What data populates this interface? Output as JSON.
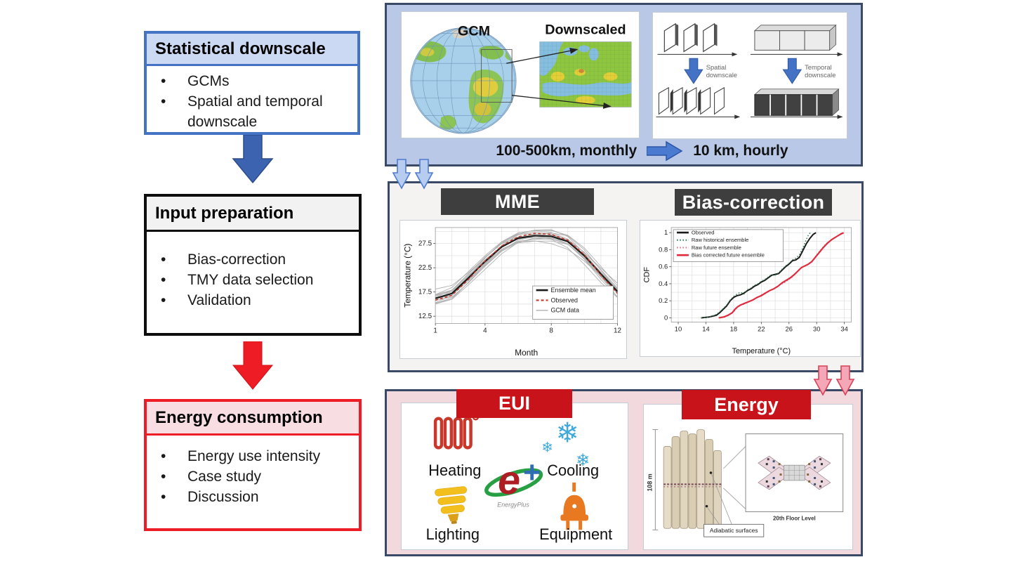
{
  "colors": {
    "panel_border": "#3a4a66",
    "top_panel_bg": "#b9c8e6",
    "mid_panel_bg": "#f4f3f1",
    "bottom_panel_bg": "#f2d9de",
    "blue_accent": "#4472c4",
    "blue_arrow": "#3c63b0",
    "red_arrow": "#ee1c24",
    "dark_header_bg": "#3e3e3e",
    "red_header_bg": "#c9131b",
    "pink_arrow_fill": "#f4a8b7",
    "pink_arrow_stroke": "#d94056",
    "blue_small_arrow_fill": "#b6cdf0",
    "blue_small_arrow_stroke": "#4f7ad1"
  },
  "left_flow": {
    "boxes": [
      {
        "title": "Statistical downscale",
        "bullets": [
          "GCMs",
          "Spatial and temporal downscale"
        ]
      },
      {
        "title": "Input preparation",
        "bullets": [
          "Bias-correction",
          "TMY data selection",
          "Validation"
        ]
      },
      {
        "title": "Energy consumption",
        "bullets": [
          "Energy use intensity",
          "Case study",
          "Discussion"
        ]
      }
    ]
  },
  "downscale_panel": {
    "gcm_label": "GCM",
    "downscaled_label": "Downscaled",
    "spatial_label_line1": "Spatial",
    "spatial_label_line2": "downscale",
    "temporal_label_line1": "Temporal",
    "temporal_label_line2": "downscale",
    "caption_left": "100-500km, monthly",
    "caption_right": "10 km, hourly"
  },
  "mme_panel": {
    "mme_title": "MME",
    "bias_title": "Bias-correction"
  },
  "energy_panel": {
    "eui_title": "EUI",
    "energy_title": "Energy",
    "icons": [
      {
        "name": "heating",
        "label": "Heating"
      },
      {
        "name": "cooling",
        "label": "Cooling",
        "glyph": "❄"
      },
      {
        "name": "lighting",
        "label": "Lighting"
      },
      {
        "name": "equipment",
        "label": "Equipment"
      }
    ],
    "logo_e": "e",
    "logo_plus": "+",
    "energyplus_label": "EnergyPlus",
    "building": {
      "height_label": "108 m",
      "floor_label": "20th Floor Level",
      "adiabatic_label": "Adiabatic surfaces"
    }
  },
  "chart_data": [
    {
      "type": "line",
      "title": "MME",
      "xlabel": "Month",
      "ylabel": "Temperature (°C)",
      "x": [
        1,
        2,
        3,
        4,
        5,
        6,
        7,
        8,
        9,
        10,
        11,
        12
      ],
      "xticks": [
        1,
        4,
        8,
        12
      ],
      "yticks": [
        12.5,
        17.5,
        22.5,
        27.5
      ],
      "xlim": [
        1,
        12
      ],
      "ylim": [
        11.0,
        30.8
      ],
      "grid": true,
      "legend_position": "lower right",
      "series": [
        {
          "name": "Ensemble mean",
          "color": "#1a1a1a",
          "style": "solid",
          "width": 2.2,
          "values": [
            16.2,
            17.2,
            20.4,
            23.8,
            26.8,
            28.6,
            29.1,
            29.0,
            27.9,
            25.0,
            21.2,
            17.6
          ]
        },
        {
          "name": "Observed",
          "color": "#c0392b",
          "style": "dashed",
          "width": 1.6,
          "values": [
            15.8,
            16.8,
            20.1,
            23.9,
            27.0,
            28.9,
            29.6,
            29.4,
            28.2,
            25.2,
            21.0,
            17.2
          ]
        },
        {
          "name": "GCM data",
          "color": "#b0b0b0",
          "style": "solid",
          "width": 0.9,
          "ensemble": true,
          "count": 16,
          "spread": 1.55
        }
      ]
    },
    {
      "type": "line",
      "title": "Bias-correction",
      "xlabel": "Temperature (°C)",
      "ylabel": "CDF",
      "xticks": [
        10,
        14,
        18,
        22,
        26,
        30,
        34
      ],
      "yticks": [
        0,
        0.2,
        0.4,
        0.6,
        0.8,
        1
      ],
      "xlim": [
        9,
        35
      ],
      "ylim": [
        -0.05,
        1.06
      ],
      "grid": true,
      "legend_position": "upper left",
      "series": [
        {
          "name": "Observed",
          "color": "#1a1a1a",
          "style": "solid",
          "width": 2,
          "points": [
            [
              13.3,
              0
            ],
            [
              14.5,
              0.01
            ],
            [
              15.5,
              0.03
            ],
            [
              16,
              0.06
            ],
            [
              16.5,
              0.1
            ],
            [
              17,
              0.14
            ],
            [
              17.5,
              0.2
            ],
            [
              18,
              0.24
            ],
            [
              18.5,
              0.26
            ],
            [
              19,
              0.27
            ],
            [
              19.5,
              0.29
            ],
            [
              20,
              0.32
            ],
            [
              20.5,
              0.34
            ],
            [
              21,
              0.37
            ],
            [
              21.5,
              0.39
            ],
            [
              22,
              0.42
            ],
            [
              22.5,
              0.44
            ],
            [
              23,
              0.47
            ],
            [
              23.5,
              0.5
            ],
            [
              24,
              0.51
            ],
            [
              24.5,
              0.52
            ],
            [
              25,
              0.56
            ],
            [
              25.5,
              0.6
            ],
            [
              26,
              0.63
            ],
            [
              26.5,
              0.67
            ],
            [
              27,
              0.68
            ],
            [
              27.5,
              0.71
            ],
            [
              28,
              0.79
            ],
            [
              28.5,
              0.87
            ],
            [
              29,
              0.93
            ],
            [
              29.5,
              0.98
            ],
            [
              29.9,
              1.0
            ]
          ]
        },
        {
          "name": "Raw historical ensemble",
          "color": "#2e7d4f",
          "style": "dotted",
          "width": 1.4,
          "points": [
            [
              13.3,
              0
            ],
            [
              14.5,
              0.01
            ],
            [
              15.5,
              0.04
            ],
            [
              16,
              0.07
            ],
            [
              16.5,
              0.11
            ],
            [
              17,
              0.15
            ],
            [
              17.5,
              0.21
            ],
            [
              18,
              0.25
            ],
            [
              18.5,
              0.28
            ],
            [
              19,
              0.3
            ],
            [
              19.5,
              0.28
            ],
            [
              20,
              0.33
            ],
            [
              20.5,
              0.35
            ],
            [
              21,
              0.38
            ],
            [
              21.5,
              0.4
            ],
            [
              22,
              0.43
            ],
            [
              22.5,
              0.45
            ],
            [
              23,
              0.48
            ],
            [
              23.5,
              0.51
            ],
            [
              24,
              0.5
            ],
            [
              24.5,
              0.53
            ],
            [
              25,
              0.57
            ],
            [
              25.5,
              0.61
            ],
            [
              26,
              0.64
            ],
            [
              26.5,
              0.68
            ],
            [
              27,
              0.7
            ],
            [
              27.5,
              0.74
            ],
            [
              28,
              0.82
            ],
            [
              28.4,
              0.9
            ],
            [
              28.8,
              0.97
            ],
            [
              29.1,
              1.0
            ]
          ]
        },
        {
          "name": "Raw future ensemble",
          "color": "#d4708a",
          "style": "dotted",
          "width": 1.4,
          "points": [
            [
              15.8,
              0
            ],
            [
              16.5,
              0.01
            ],
            [
              17,
              0.02
            ],
            [
              17.5,
              0.04
            ],
            [
              18,
              0.07
            ],
            [
              18.3,
              0.1
            ],
            [
              18.6,
              0.13
            ],
            [
              19,
              0.15
            ],
            [
              19.5,
              0.16
            ],
            [
              20,
              0.18
            ],
            [
              20.5,
              0.2
            ],
            [
              21,
              0.22
            ],
            [
              21.5,
              0.24
            ],
            [
              22,
              0.27
            ],
            [
              22.5,
              0.29
            ],
            [
              23,
              0.31
            ],
            [
              23.5,
              0.33
            ],
            [
              24,
              0.35
            ],
            [
              24.5,
              0.38
            ],
            [
              25,
              0.4
            ],
            [
              25.5,
              0.42
            ],
            [
              26,
              0.45
            ],
            [
              26.5,
              0.48
            ],
            [
              27,
              0.52
            ],
            [
              27.5,
              0.57
            ],
            [
              28,
              0.6
            ],
            [
              28.5,
              0.61
            ],
            [
              29,
              0.64
            ],
            [
              29.5,
              0.68
            ],
            [
              30,
              0.74
            ],
            [
              30.5,
              0.79
            ],
            [
              31,
              0.84
            ],
            [
              31.5,
              0.88
            ],
            [
              32,
              0.91
            ],
            [
              32.5,
              0.94
            ],
            [
              33,
              0.96
            ],
            [
              33.5,
              0.99
            ],
            [
              33.9,
              1.0
            ]
          ]
        },
        {
          "name": "Bias corrected future ensemble",
          "color": "#e02a3d",
          "style": "solid",
          "width": 2.2,
          "points": [
            [
              15.9,
              0
            ],
            [
              16.6,
              0.01
            ],
            [
              17.2,
              0.03
            ],
            [
              17.8,
              0.06
            ],
            [
              18.2,
              0.1
            ],
            [
              18.6,
              0.13
            ],
            [
              19,
              0.15
            ],
            [
              19.6,
              0.17
            ],
            [
              20.2,
              0.19
            ],
            [
              20.8,
              0.21
            ],
            [
              21.4,
              0.24
            ],
            [
              22,
              0.26
            ],
            [
              22.6,
              0.29
            ],
            [
              23.2,
              0.32
            ],
            [
              23.8,
              0.34
            ],
            [
              24.4,
              0.37
            ],
            [
              25,
              0.41
            ],
            [
              25.6,
              0.44
            ],
            [
              26.2,
              0.47
            ],
            [
              26.8,
              0.51
            ],
            [
              27.3,
              0.55
            ],
            [
              27.8,
              0.59
            ],
            [
              28.3,
              0.61
            ],
            [
              28.8,
              0.63
            ],
            [
              29.3,
              0.66
            ],
            [
              29.8,
              0.71
            ],
            [
              30.4,
              0.77
            ],
            [
              31,
              0.83
            ],
            [
              31.6,
              0.88
            ],
            [
              32.2,
              0.92
            ],
            [
              32.8,
              0.95
            ],
            [
              33.4,
              0.98
            ],
            [
              33.9,
              1.0
            ]
          ]
        }
      ]
    }
  ]
}
